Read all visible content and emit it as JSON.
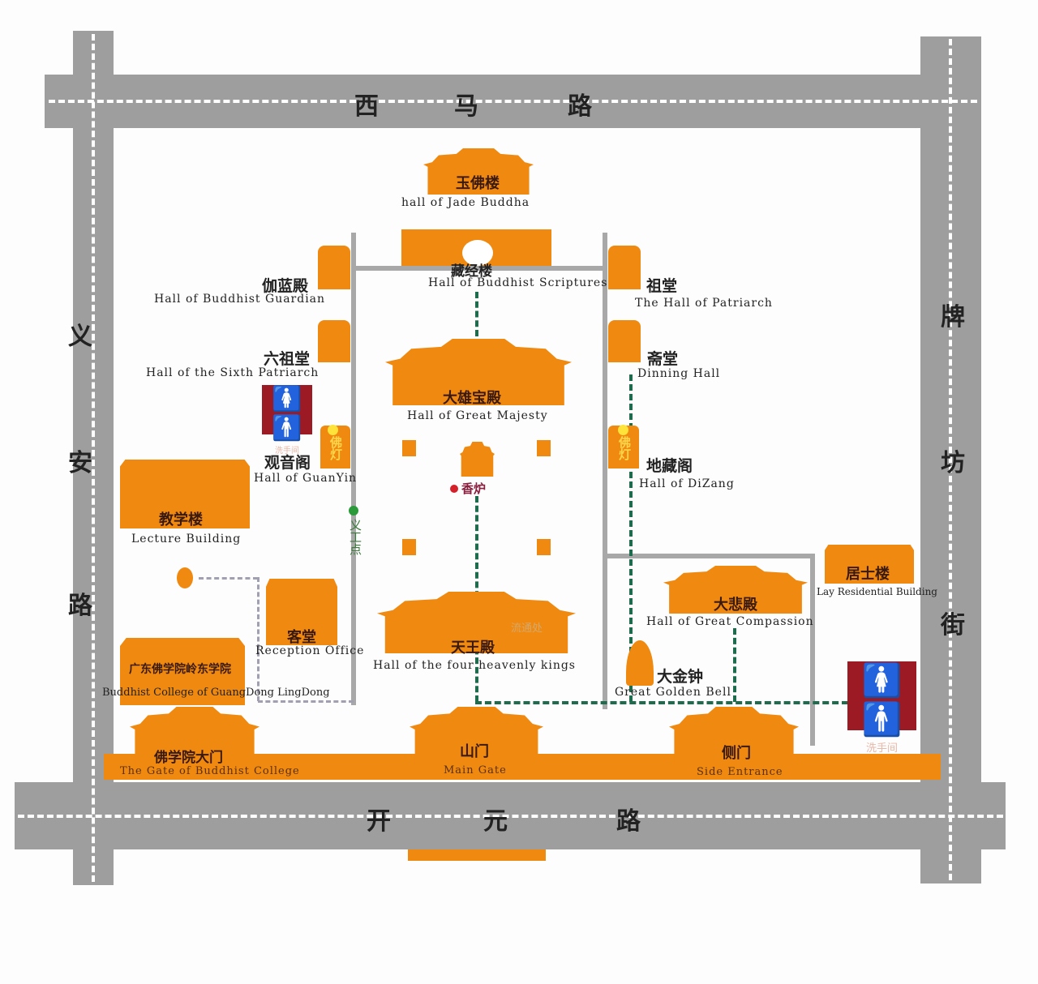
{
  "roads": {
    "north": [
      "西",
      "马",
      "路"
    ],
    "south": [
      "开",
      "元",
      "路"
    ],
    "west": [
      "义",
      "安",
      "路"
    ],
    "east": [
      "牌",
      "坊",
      "街"
    ]
  },
  "buildings": {
    "jade_buddha": {
      "cn": "玉佛楼",
      "en": "hall of Jade Buddha"
    },
    "scriptures": {
      "cn": "藏经楼",
      "en": "Hall of Buddhist Scriptures"
    },
    "guardian": {
      "cn": "伽蓝殿",
      "en": "Hall of Buddhist Guardian"
    },
    "patriarch": {
      "cn": "祖堂",
      "en": "The Hall of Patriarch"
    },
    "sixth_patriarch": {
      "cn": "六祖堂",
      "en": "Hall of the Sixth Patriarch"
    },
    "dining": {
      "cn": "斋堂",
      "en": "Dinning Hall"
    },
    "great_majesty": {
      "cn": "大雄宝殿",
      "en": "Hall of Great Majesty"
    },
    "guanyin": {
      "cn": "观音阁",
      "en": "Hall of GuanYin"
    },
    "dizang": {
      "cn": "地藏阁",
      "en": "Hall of DiZang"
    },
    "incense": {
      "cn": "香炉"
    },
    "lecture": {
      "cn": "教学楼",
      "en": "Lecture Building"
    },
    "volunteer": {
      "cn": "义工点"
    },
    "reception": {
      "cn": "客堂",
      "en": "Reception Office"
    },
    "four_kings": {
      "cn": "天王殿",
      "en": "Hall of the four heavenly kings"
    },
    "circulation": {
      "cn": "流通处"
    },
    "college": {
      "cn": "广东佛学院岭东学院",
      "en": "Buddhist College of GuangDong LingDong"
    },
    "compassion": {
      "cn": "大悲殿",
      "en": "Hall of Great Compassion"
    },
    "lay": {
      "cn": "居士楼",
      "en": "Lay Residential Building"
    },
    "bell": {
      "cn": "大金钟",
      "en": "Great Golden Bell"
    },
    "college_gate": {
      "cn": "佛学院大门",
      "en": "The Gate of Buddhist College"
    },
    "main_gate": {
      "cn": "山门",
      "en": "Main Gate"
    },
    "side_gate": {
      "cn": "侧门",
      "en": "Side Entrance"
    },
    "lantern": "佛灯",
    "restroom": "洗手间"
  },
  "colors": {
    "building": "#f0890f",
    "road": "#9e9e9e",
    "path": "#1f6b4e",
    "restroom": "#9c1a24"
  }
}
